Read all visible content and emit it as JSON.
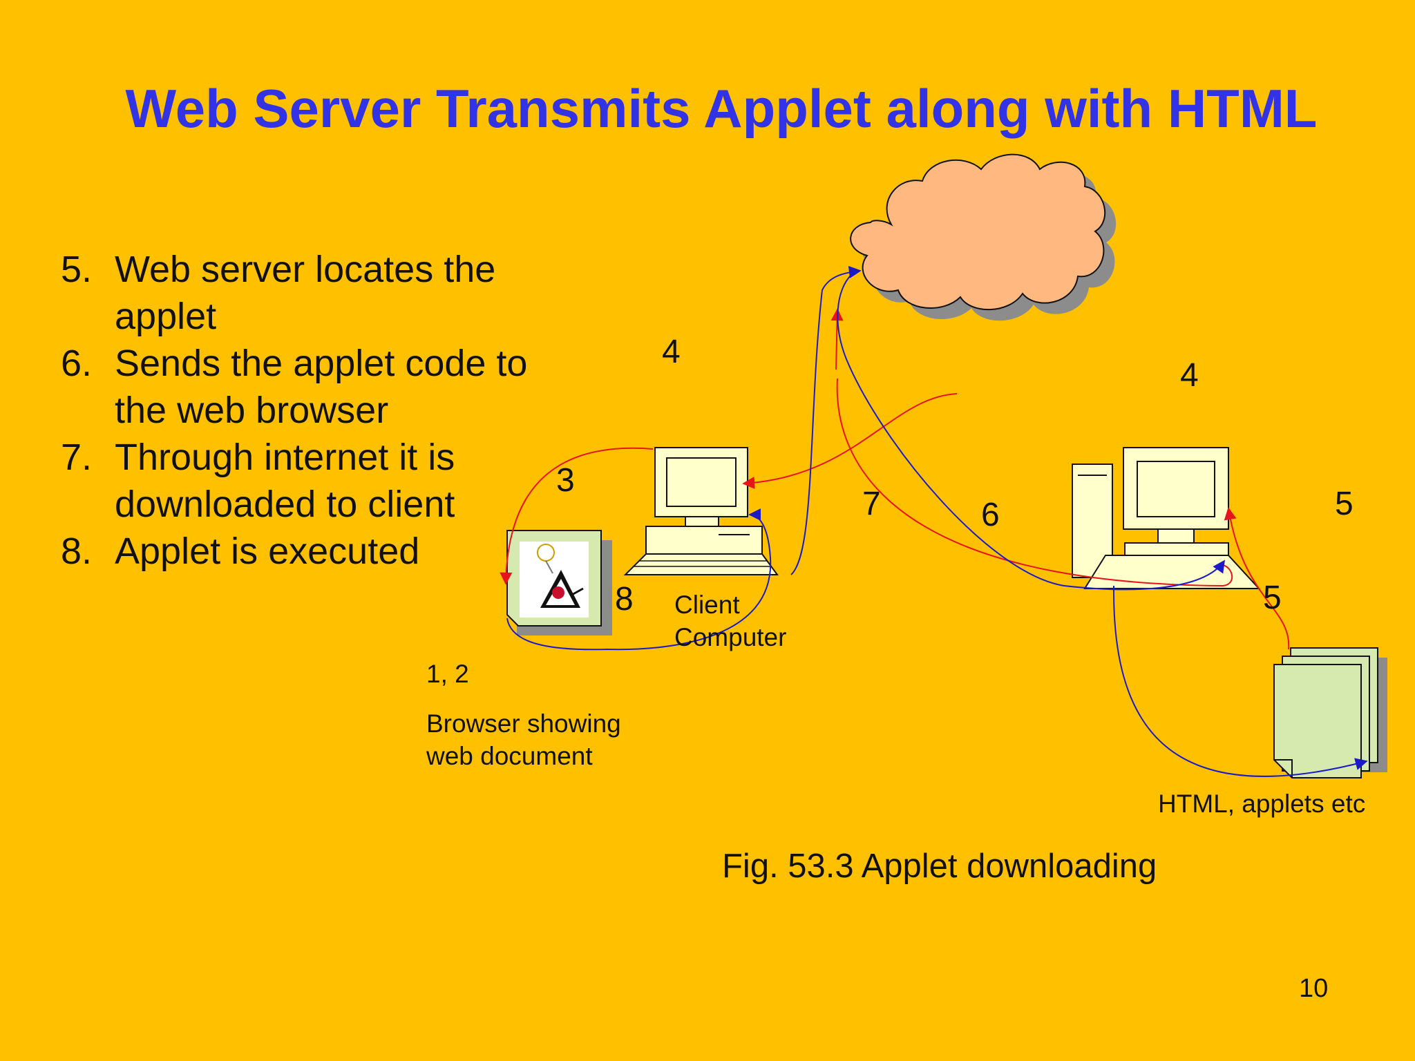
{
  "title": "Web Server Transmits Applet along with HTML",
  "bullets": [
    {
      "num": "5.",
      "text": "Web server locates the applet",
      "lines": [
        "Web server locates the",
        "applet"
      ]
    },
    {
      "num": "6.",
      "text": "Sends the applet code to the web browser",
      "lines": [
        "Sends the applet code to",
        "the web browser"
      ]
    },
    {
      "num": "7.",
      "text": "Through internet it is downloaded to client",
      "lines": [
        "Through internet it is",
        "downloaded to client"
      ]
    },
    {
      "num": "8.",
      "text": "Applet is executed",
      "lines": [
        "Applet is executed"
      ]
    }
  ],
  "diagram": {
    "step_labels": {
      "client_4": "4",
      "client_3": "3",
      "client_8": "8",
      "path_7": "7",
      "path_6": "6",
      "server_4": "4",
      "server_5_top": "5",
      "server_5_bottom": "5"
    },
    "client_caption": [
      "Client",
      "Computer"
    ],
    "browser_steps": "1, 2",
    "browser_caption": [
      "Browser showing",
      "web document"
    ],
    "files_caption": "HTML, applets etc",
    "figure_caption": "Fig. 53.3 Applet downloading",
    "arrow_colors": {
      "request": "#E8141B",
      "response": "#1A1AC8"
    },
    "fills": {
      "cloud": "#FFB880",
      "computer": "#FFFFCC",
      "document": "#D6EAB0",
      "shadow": "#8C8C8C"
    }
  },
  "page_number": "10"
}
